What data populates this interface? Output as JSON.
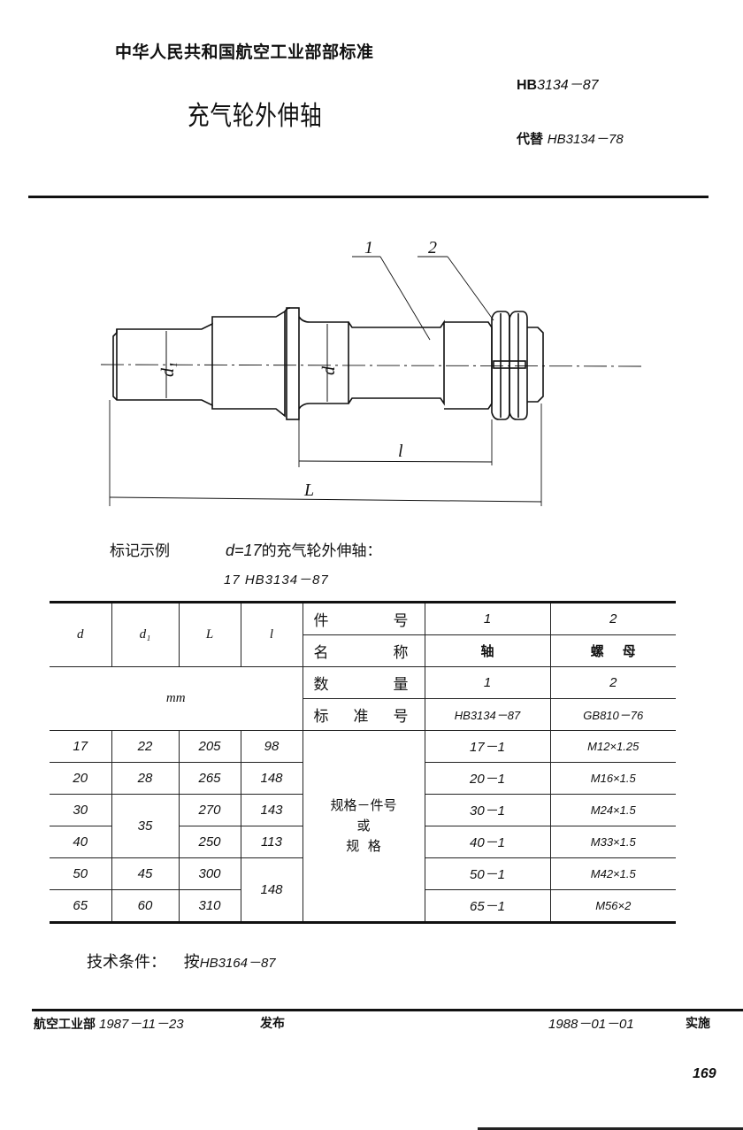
{
  "header": {
    "organization": "中华人民共和国航空工业部部标准",
    "standard_prefix": "HB",
    "standard_number": "3134－87",
    "title": "充气轮外伸轴",
    "replaces_label": "代替",
    "replaces_number": "HB3134－78"
  },
  "drawing": {
    "callout_1": "1",
    "callout_2": "2",
    "dim_d1": "d₁",
    "dim_d": "d",
    "dim_l": "l",
    "dim_L": "L"
  },
  "marking_example": {
    "label": "标记示例",
    "var": "d",
    "eq": "=17",
    "desc": "的充气轮外伸轴：",
    "code": "17   HB3134－87"
  },
  "table": {
    "headers": {
      "d": "d",
      "d1": "d₁",
      "L": "L",
      "l": "l",
      "unit": "mm"
    },
    "meta_labels": {
      "part_no": [
        "件",
        "号"
      ],
      "name": [
        "名",
        "称"
      ],
      "quantity": [
        "数",
        "量"
      ],
      "standard_no": [
        "标",
        "准",
        "号"
      ]
    },
    "parts": [
      {
        "part_no": "1",
        "name": "轴",
        "quantity": "1",
        "standard_no": "HB3134－87"
      },
      {
        "part_no": "2",
        "name": "螺    母",
        "quantity": "2",
        "standard_no": "GB810－76"
      }
    ],
    "spec_label_line1": "规格－件号",
    "spec_label_line2": "或",
    "spec_label_line3": "规  格",
    "rows": [
      {
        "d": "17",
        "d1": "22",
        "L": "205",
        "l": "98",
        "part1": "17－1",
        "part2": "M12×1.25"
      },
      {
        "d": "20",
        "d1": "28",
        "L": "265",
        "l": "148",
        "part1": "20－1",
        "part2": "M16×1.5"
      },
      {
        "d": "30",
        "d1": "35",
        "L": "270",
        "l": "143",
        "part1": "30－1",
        "part2": "M24×1.5"
      },
      {
        "d": "40",
        "d1": "35",
        "L": "250",
        "l": "113",
        "part1": "40－1",
        "part2": "M33×1.5"
      },
      {
        "d": "50",
        "d1": "45",
        "L": "300",
        "l": "148",
        "part1": "50－1",
        "part2": "M42×1.5"
      },
      {
        "d": "65",
        "d1": "60",
        "L": "310",
        "l": "148",
        "part1": "65－1",
        "part2": "M56×2"
      }
    ]
  },
  "technical_conditions": {
    "label": "技术条件：",
    "value_prefix": "按",
    "value_ref": "HB3164－87"
  },
  "footer": {
    "issuer": "航空工业部",
    "issue_date": "1987－11－23",
    "issued_label": "发布",
    "effective_date": "1988－01－01",
    "effective_label": "实施",
    "page_number": "169"
  }
}
